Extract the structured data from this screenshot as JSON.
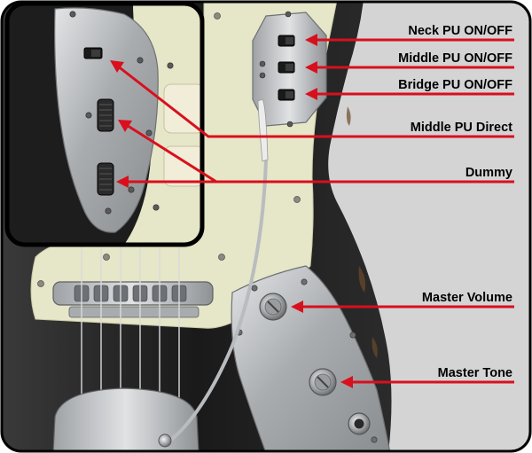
{
  "diagram": {
    "labels": {
      "neck_pu": "Neck PU ON/OFF",
      "middle_pu": "Middle PU ON/OFF",
      "bridge_pu": "Bridge PU ON/OFF",
      "middle_pu_direct": "Middle PU Direct",
      "dummy": "Dummy",
      "master_volume": "Master Volume",
      "master_tone": "Master Tone"
    },
    "colors": {
      "arrow": "#d8101e",
      "background": "#d4d4d4",
      "guitar_body": "#1e1e1e",
      "pickguard": "#e6e6c8",
      "chrome_plate": "#b4b6b8",
      "frame_border": "#000000"
    }
  }
}
